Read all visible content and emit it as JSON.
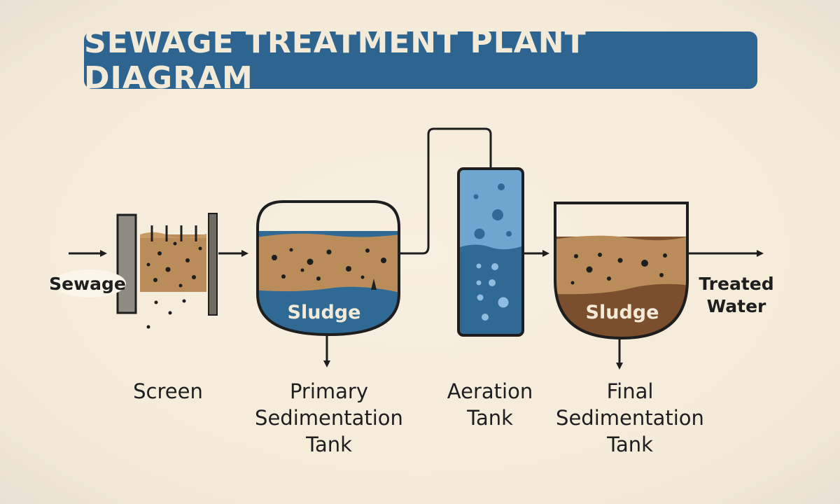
{
  "title": "SEWAGE TREATMENT PLANT DIAGRAM",
  "labels": {
    "sewage": "Sewage",
    "sludge_primary": "Sludge",
    "sludge_final": "Sludge",
    "treated_water": [
      "Treated",
      "Water"
    ]
  },
  "stages": {
    "screen": [
      "Screen"
    ],
    "primary": [
      "Primary",
      "Sedimentation",
      "Tank"
    ],
    "aeration": [
      "Aeration",
      "Tank"
    ],
    "final": [
      "Final",
      "Sedimentation",
      "Tank"
    ]
  },
  "colors": {
    "title_bg": "#2e6590",
    "water_blue": "#2f6a95",
    "light_blue": "#6fa6cf",
    "sediment": "#b98c5a",
    "sludge_brown": "#7b4e2d",
    "background": "#f6eddc"
  }
}
